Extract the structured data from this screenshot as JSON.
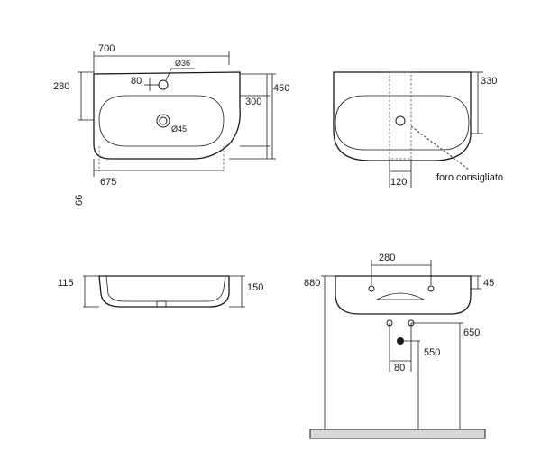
{
  "top_view": {
    "width_700": "700",
    "hole_offset_80": "80",
    "tap_hole_dia": "Ø36",
    "depth_280": "280",
    "basin_depth_300": "300",
    "total_depth_450": "450",
    "drain_dia": "Ø45",
    "width_675": "675",
    "side_66": "66"
  },
  "back_view": {
    "height_330": "330",
    "hole_width_120": "120",
    "note": "foro consigliato"
  },
  "side_view": {
    "height_115": "115",
    "height_150": "150"
  },
  "install_view": {
    "spacing_280": "280",
    "height_880": "880",
    "height_45": "45",
    "height_650": "650",
    "height_550": "550",
    "spacing_80": "80"
  }
}
